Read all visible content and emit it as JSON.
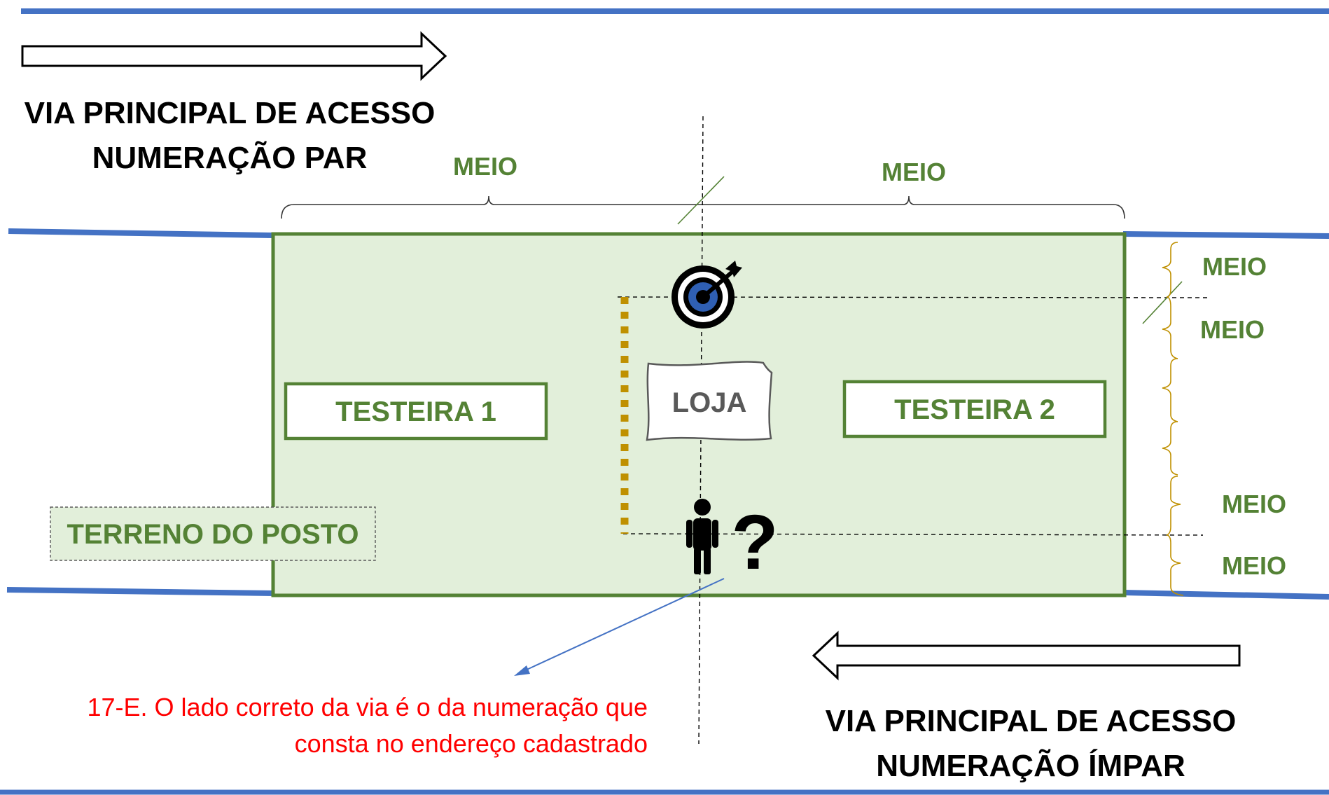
{
  "top_road": {
    "title_line1": "VIA PRINCIPAL DE ACESSO",
    "title_line2": "NUMERAÇÃO PAR"
  },
  "bottom_road": {
    "title_line1": "VIA PRINCIPAL DE ACESSO",
    "title_line2": "NUMERAÇÃO ÍMPAR"
  },
  "lot": {
    "terreno_label": "TERRENO DO POSTO",
    "testeira1_label": "TESTEIRA 1",
    "testeira2_label": "TESTEIRA 2",
    "loja_label": "LOJA"
  },
  "measurements": {
    "top_left_label": "MEIO",
    "top_right_label": "MEIO",
    "side_label_1": "MEIO",
    "side_label_2": "MEIO",
    "side_label_3": "MEIO",
    "side_label_4": "MEIO"
  },
  "question_mark": "?",
  "note": {
    "line1": "17-E. O lado correto da via é o da numeração que",
    "line2": "consta no endereço cadastrado"
  },
  "colors": {
    "road_blue": "#4472c4",
    "lot_fill": "#e2efda",
    "lot_border": "#548235",
    "green_text": "#548235",
    "mustard": "#bf9000",
    "note_red": "#ff0000",
    "target_blue": "#2f5fb3"
  }
}
